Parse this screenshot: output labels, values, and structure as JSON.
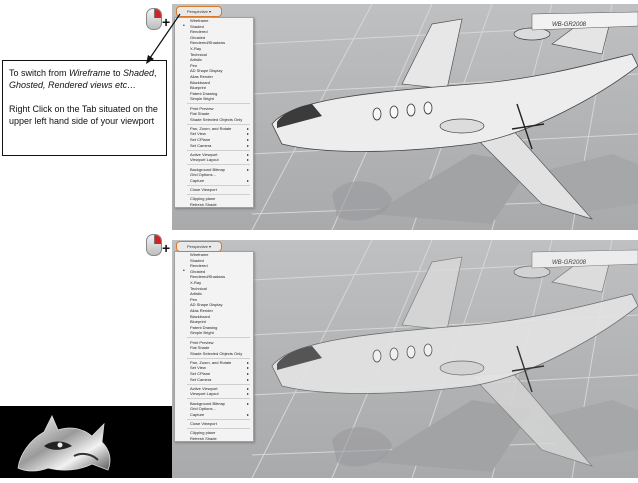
{
  "callout": {
    "line1_pre": "To switch from ",
    "line1_em1": "Wireframe",
    "line1_mid": " to ",
    "line1_em2": "Shaded",
    "line1_sep": ",",
    "line1_em3": "Ghosted, Rendered views etc…",
    "line2": "Right Click on the Tab situated on the upper left hand side of your viewport"
  },
  "top_panel": {
    "tab_label": "Perspective ▾",
    "tail_number": "WB-GR2008",
    "menu_first": "Wireframe",
    "checked_index": 1,
    "menu_items": [
      "Wireframe",
      "Shaded",
      "Rendered",
      "Ghosted",
      "Rendered/Shadows",
      "X-Ray",
      "Technical",
      "Artistic",
      "Pen",
      "AD Shape Display",
      "Alias Render",
      "Blackboard",
      "Blueprint",
      "Patent Drawing",
      "Simple Bright",
      "Print Preview",
      "Flat Shade",
      "Shade Selected Objects Only",
      "Pan, Zoom, and Rotate",
      "Set View",
      "Set CPlane",
      "Set Camera",
      "Active Viewport",
      "Viewport Layout",
      "Background Bitmap",
      "Grid Options...",
      "Capture",
      "Close Viewport",
      "Clipping plane",
      "Refresh Shade"
    ]
  },
  "bottom_panel": {
    "tab_label": "Perspective ▾",
    "tail_number": "WB-GR2008",
    "checked_index": 3,
    "menu_items": [
      "Wireframe",
      "Shaded",
      "Rendered",
      "Ghosted",
      "Rendered/Shadows",
      "X-Ray",
      "Technical",
      "Artistic",
      "Pen",
      "AD Shape Display",
      "Alias Render",
      "Blackboard",
      "Blueprint",
      "Patent Drawing",
      "Simple Bright",
      "Print Preview",
      "Flat Shade",
      "Shade Selected Objects Only",
      "Pan, Zoom, and Rotate",
      "Set View",
      "Set CPlane",
      "Set Camera",
      "Active Viewport",
      "Viewport Layout",
      "Background Bitmap",
      "Grid Options...",
      "Capture",
      "Close Viewport",
      "Clipping plane",
      "Refresh Shade"
    ]
  },
  "submenu_items": [
    "Pan, Zoom, and Rotate",
    "Set View",
    "Set CPlane",
    "Set Camera",
    "Active Viewport",
    "Viewport Layout",
    "Background Bitmap",
    "Capture"
  ],
  "separators_after": [
    "Simple Bright",
    "Shade Selected Objects Only",
    "Set Camera",
    "Viewport Layout",
    "Capture",
    "Close Viewport"
  ],
  "icons": {
    "mouse": "right-click-mouse-icon",
    "plus": "plus-icon",
    "logo": "rhino-logo-icon"
  },
  "colors": {
    "mouse_button": "#d32222",
    "tab_outline": "#d97a2b",
    "viewport_bg": "#b6b7b9",
    "menu_bg": "#f3f3f3"
  }
}
